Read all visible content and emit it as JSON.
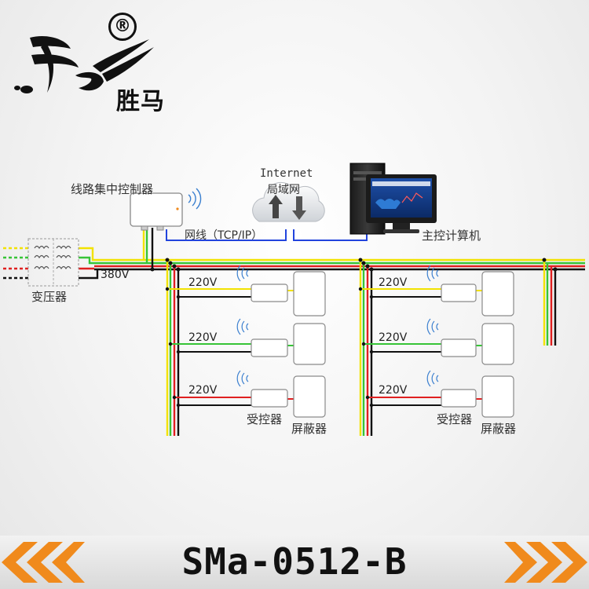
{
  "brand": {
    "registered_mark": "®",
    "name": "胜马"
  },
  "diagram": {
    "controller_label": "线路集中控制器",
    "internet_label": "Internet",
    "lan_label": "局域网",
    "network_cable_label": "网线（TCP/IP）",
    "host_label": "主控计算机",
    "transformer_label": "变压器",
    "main_voltage": "380V",
    "branch_voltage": "220V",
    "receiver_label": "受控器",
    "shield_label": "屏蔽器"
  },
  "colors": {
    "wire_yellow": "#f2e200",
    "wire_green": "#37c437",
    "wire_red": "#e02020",
    "wire_black": "#111111",
    "network_blue": "#2244dd",
    "accent_orange": "#f08a1c"
  },
  "footer": {
    "model": "SMa-0512-B"
  }
}
